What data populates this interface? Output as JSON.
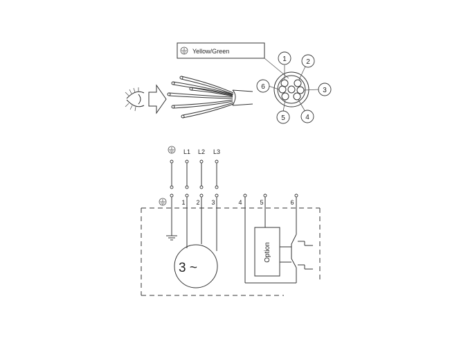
{
  "cable": {
    "legend_text": "Yellow/Green",
    "core_numbers": [
      "1",
      "2",
      "3",
      "4",
      "5",
      "6"
    ]
  },
  "schematic": {
    "supply_labels": [
      "L1",
      "L2",
      "L3"
    ],
    "terminal_numbers": [
      "1",
      "2",
      "3",
      "4",
      "5",
      "6"
    ],
    "option_label": "Option",
    "motor_label": "3 ~"
  },
  "icons": [
    "eye-icon",
    "arrow-right-icon",
    "ground-icon",
    "ac-motor-symbol"
  ],
  "colors": {
    "line": "#333333",
    "background": "#ffffff"
  }
}
